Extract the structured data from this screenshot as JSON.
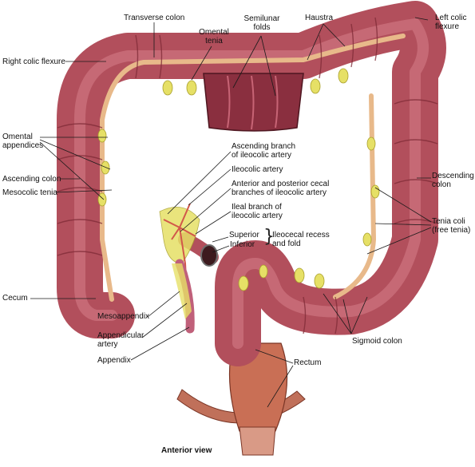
{
  "figure": {
    "caption": "Anterior view",
    "colors": {
      "colon": "#b24f5c",
      "colon_dark": "#7e2a36",
      "colon_light": "#d9838d",
      "tenia": "#e8b98a",
      "fat": "#e6e066",
      "artery": "#d2574a",
      "rectum": "#c96f55",
      "leader": "#1a1a1a"
    },
    "labels": {
      "transverse_colon": "Transverse colon",
      "omental_tenia": [
        "Omental",
        "tenia"
      ],
      "semilunar_folds": [
        "Semilunar",
        "folds"
      ],
      "haustra": "Haustra",
      "left_colic_flexure": [
        "Left colic",
        "flexure"
      ],
      "right_colic_flexure": "Right colic flexure",
      "omental_appendices": [
        "Omental",
        "appendices"
      ],
      "ascending_colon": "Ascending colon",
      "mesocolic_tenia": "Mesocolic tenia",
      "ascending_branch": [
        "Ascending branch",
        "of ileocolic artery"
      ],
      "ileocolic_artery": "Ileocolic artery",
      "cecal_branches": [
        "Anterior and posterior cecal",
        "branches of ileocolic artery"
      ],
      "ileal_branch": [
        "Ileal branch of",
        "ileocolic artery"
      ],
      "superior": "Superior",
      "inferior": "Inferior",
      "ileocecal_recess": [
        "Ileocecal recess",
        "and fold"
      ],
      "descending_colon": [
        "Descending",
        "colon"
      ],
      "tenia_coli": [
        "Tenia coli",
        "(free tenia)"
      ],
      "cecum": "Cecum",
      "mesoappendix": "Mesoappendix",
      "appendicular_artery": [
        "Appendicular",
        "artery"
      ],
      "appendix": "Appendix",
      "sigmoid_colon": "Sigmoid colon",
      "rectum": "Rectum"
    }
  }
}
